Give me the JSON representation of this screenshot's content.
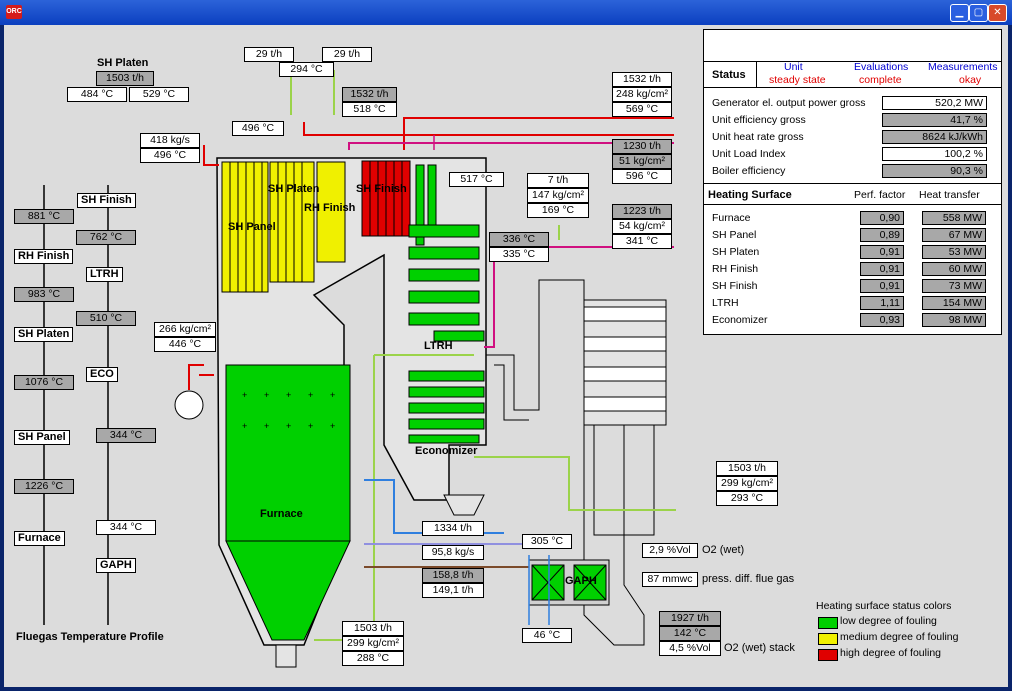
{
  "window": {
    "icon_text": "ORC"
  },
  "status": {
    "title": "Status",
    "col_unit": "Unit",
    "col_eval": "Evaluations",
    "col_meas": "Measurements",
    "val_unit": "steady state",
    "val_eval": "complete",
    "val_meas": "okay",
    "rows": [
      {
        "label": "Generator el. output power gross",
        "value": "520,2 MW"
      },
      {
        "label": "Unit efficiency gross",
        "value": "41,7 %"
      },
      {
        "label": "Unit heat rate gross",
        "value": "8624 kJ/kWh"
      },
      {
        "label": "Unit Load Index",
        "value": "100,2 %"
      },
      {
        "label": "Boiler efficiency",
        "value": "90,3 %"
      }
    ],
    "hs_title": "Heating Surface",
    "hs_col1": "Perf. factor",
    "hs_col2": "Heat transfer",
    "hs": [
      {
        "label": "Furnace",
        "factor": "0,90",
        "heat": "558 MW"
      },
      {
        "label": "SH Panel",
        "factor": "0,89",
        "heat": "67 MW"
      },
      {
        "label": "SH Platen",
        "factor": "0,91",
        "heat": "53 MW"
      },
      {
        "label": "RH Finish",
        "factor": "0,91",
        "heat": "60 MW"
      },
      {
        "label": "SH Finish",
        "factor": "0,91",
        "heat": "73 MW"
      },
      {
        "label": "LTRH",
        "factor": "1,11",
        "heat": "154 MW"
      },
      {
        "label": "Economizer",
        "factor": "0,93",
        "heat": "98 MW"
      }
    ]
  },
  "profile": {
    "title": "Fluegas Temperature Profile",
    "labels": [
      "SH Finish",
      "RH Finish",
      "LTRH",
      "SH Platen",
      "ECO",
      "SH Panel",
      "Furnace",
      "GAPH"
    ],
    "temps_left": [
      "881 °C",
      "983 °C",
      "1076 °C",
      "1226 °C"
    ],
    "temps_right": [
      "762 °C",
      "510 °C",
      "344 °C",
      "344 °C"
    ]
  },
  "diagram": {
    "sh_platen_title": "SH Platen",
    "v": {
      "sp_flow": "1503 t/h",
      "sp_t1": "484 °C",
      "sp_t2": "529 °C",
      "sp_in_flow": "418 kg/s",
      "sp_in_t": "496 °C",
      "t496": "496 °C",
      "top29a": "29 t/h",
      "top29b": "29 t/h",
      "top294": "294 °C",
      "f1532": "1532 t/h",
      "t518": "518 °C",
      "r1532": "1532 t/h",
      "r248": "248 kg/cm²",
      "r569": "569 °C",
      "r1230": "1230 t/h",
      "r51": "51 kg/cm²",
      "r596": "596 °C",
      "t517": "517 °C",
      "m7": "7 t/h",
      "m147": "147 kg/cm²",
      "m169": "169 °C",
      "r1223": "1223 t/h",
      "r54": "54 kg/cm²",
      "r341": "341 °C",
      "t336": "336 °C",
      "t335": "335 °C",
      "p266": "266 kg/cm²",
      "t446": "446 °C",
      "e1503": "1503 t/h",
      "e299": "299 kg/cm²",
      "e293": "293 °C",
      "f1334": "1334 t/h",
      "t305": "305 °C",
      "f958": "95,8 kg/s",
      "f1588": "158,8 t/h",
      "f1491": "149,1 t/h",
      "o2": "2,9 %Vol",
      "o2_lbl": "O2 (wet)",
      "dp": "87 mmwc",
      "dp_lbl": "press. diff. flue gas",
      "t46": "46 °C",
      "s1927": "1927 t/h",
      "s142": "142 °C",
      "s45": "4,5 %Vol",
      "s45_lbl": "O2 (wet) stack",
      "b1503": "1503 t/h",
      "b299": "299 kg/cm²",
      "b288": "288 °C"
    },
    "labels": {
      "sh_panel": "SH Panel",
      "sh_platen": "SH Platen",
      "rh_finish": "RH Finish",
      "sh_finish": "SH Finish",
      "ltrh": "LTRH",
      "economizer": "Economizer",
      "furnace": "Furnace",
      "gaph": "GAPH"
    }
  },
  "legend": {
    "title": "Heating surface status colors",
    "items": [
      {
        "label": "low degree of fouling",
        "color": "#00d000"
      },
      {
        "label": "medium degree of fouling",
        "color": "#f0f000"
      },
      {
        "label": "high degree of fouling",
        "color": "#e00000"
      }
    ]
  }
}
